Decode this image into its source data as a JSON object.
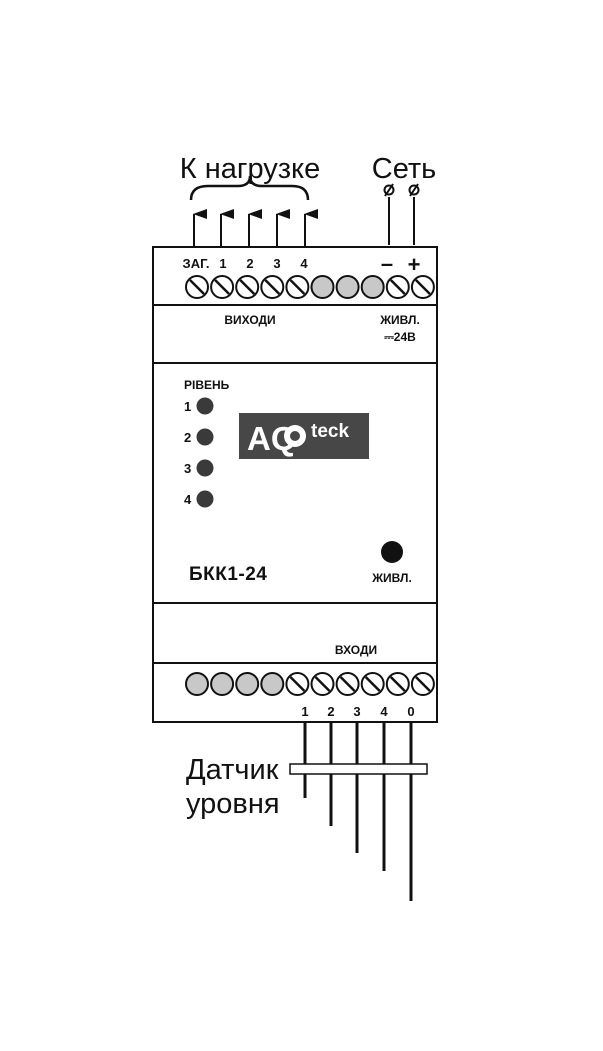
{
  "labels": {
    "load": "К нагрузке",
    "network": "Сеть",
    "outputs": "ВИХОДИ",
    "power_supply": "ЖИВЛ.",
    "voltage": "⎓24В",
    "level": "РІВЕНЬ",
    "model": "БКК1-24",
    "power": "ЖИВЛ.",
    "inputs": "ВХОДИ",
    "sensor_line1": "Датчик",
    "sensor_line2": "уровня",
    "minus": "–",
    "plus": "+",
    "brand_prefix": "AQ",
    "brand_suffix": "teck"
  },
  "output_terminals": [
    "ЗАГ.",
    "1",
    "2",
    "3",
    "4"
  ],
  "input_terminals": [
    "1",
    "2",
    "3",
    "4",
    "0"
  ],
  "level_leds": [
    "1",
    "2",
    "3",
    "4"
  ],
  "top_terminal_kinds": [
    "screw",
    "screw",
    "screw",
    "screw",
    "screw",
    "blank",
    "blank",
    "blank",
    "screw",
    "screw"
  ],
  "bottom_terminal_kinds": [
    "blank",
    "blank",
    "blank",
    "blank",
    "screw",
    "screw",
    "screw",
    "screw",
    "screw",
    "screw"
  ],
  "colors": {
    "outline": "#111111",
    "blank_terminal": "#c8c8c8",
    "led": "#3a3a3a",
    "logo_bg": "#474747",
    "logo_text": "#ffffff"
  }
}
